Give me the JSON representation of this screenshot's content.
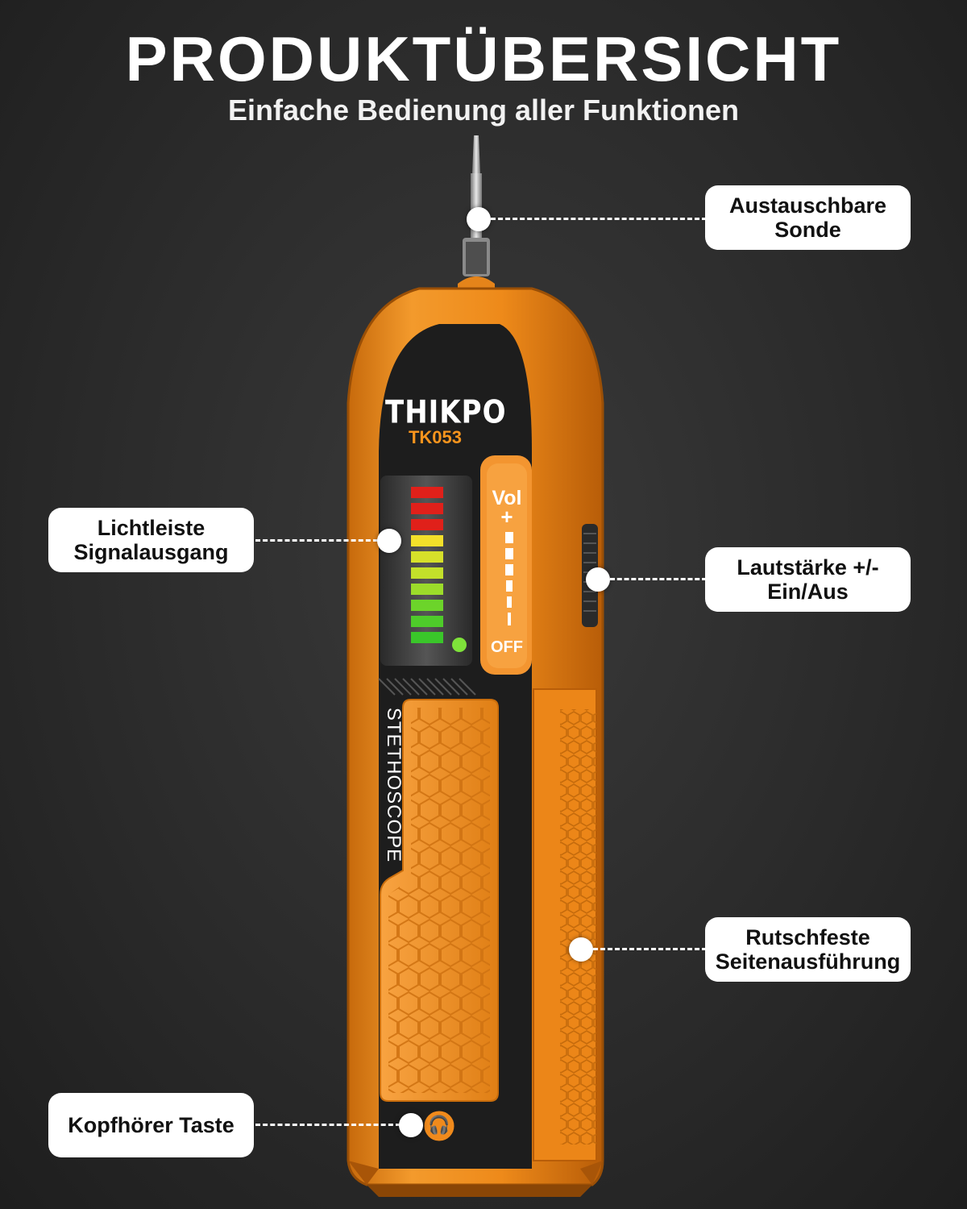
{
  "header": {
    "title": "PRODUKTÜBERSICHT",
    "subtitle": "Einfache Bedienung aller Funktionen"
  },
  "device": {
    "brand": "THIKPO",
    "model": "TK053",
    "side_text": "STETHOSCOPE",
    "volume_label": "Vol",
    "volume_plus": "+",
    "off_label": "OFF",
    "headphone_icon": "headphones-icon",
    "body_color": "#f08a1c",
    "accent_color": "#f7941d"
  },
  "callouts": {
    "probe": {
      "line1": "Austauschbare",
      "line2": "Sonde"
    },
    "lightbar": {
      "line1": "Lichtleiste",
      "line2": "Signalausgang"
    },
    "volume": {
      "line1": "Lautstärke +/-",
      "line2": "Ein/Aus"
    },
    "grip": {
      "line1": "Rutschfeste",
      "line2": "Seitenausführung"
    },
    "headphone": {
      "line1": "Kopfhörer Taste"
    }
  }
}
